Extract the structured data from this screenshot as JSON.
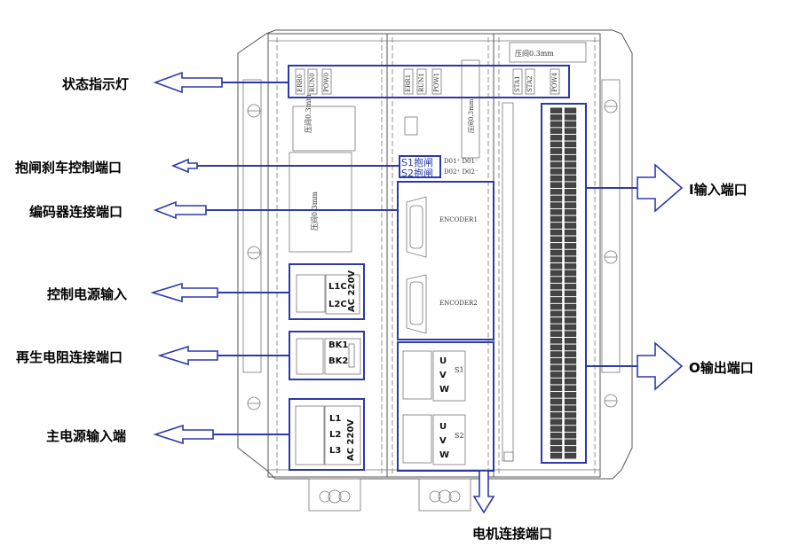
{
  "callouts": {
    "status_led": "状态指示灯",
    "brake_port": "抱闸刹车控制端口",
    "encoder_port": "编码器连接端口",
    "control_power": "控制电源输入",
    "regen_port": "再生电阻连接端口",
    "main_power": "主电源输入端",
    "i_input": "I输入端口",
    "o_output": "O输出端口",
    "motor_port": "电机连接端口"
  },
  "device": {
    "leds_left": [
      "ERR0",
      "RUN0",
      "POW0"
    ],
    "leds_mid": [
      "ERR1",
      "RUN1",
      "POW1"
    ],
    "leds_right": [
      "STA1",
      "STA2",
      "POW4"
    ],
    "gap_label_top": "压间0.3mm",
    "gap_label_left_small": "压间0.3mm",
    "gap_label_left_big": "压间0.3mm",
    "gap_label_mid": "压间0.3mm",
    "brake_s1": "S1抱闸",
    "brake_s2": "S2抱闸",
    "brake_do1": "D01⁺ D01⁻",
    "brake_do2": "D02⁺ D02⁻",
    "encoder1": "ENCODER1",
    "encoder2": "ENCODER2",
    "ctrl_l1c": "L1C",
    "ctrl_l2c": "L2C",
    "ctrl_ac": "AC 220V",
    "regen_bk1": "BK1",
    "regen_bk2": "BK2",
    "main_l1": "L1",
    "main_l2": "L2",
    "main_l3": "L3",
    "main_ac": "AC 220V",
    "motor_u": "U",
    "motor_v": "V",
    "motor_w": "W",
    "motor_s1": "S1",
    "motor_s2": "S2"
  },
  "colors": {
    "highlight": "#2b3aa8",
    "line": "#555555"
  }
}
